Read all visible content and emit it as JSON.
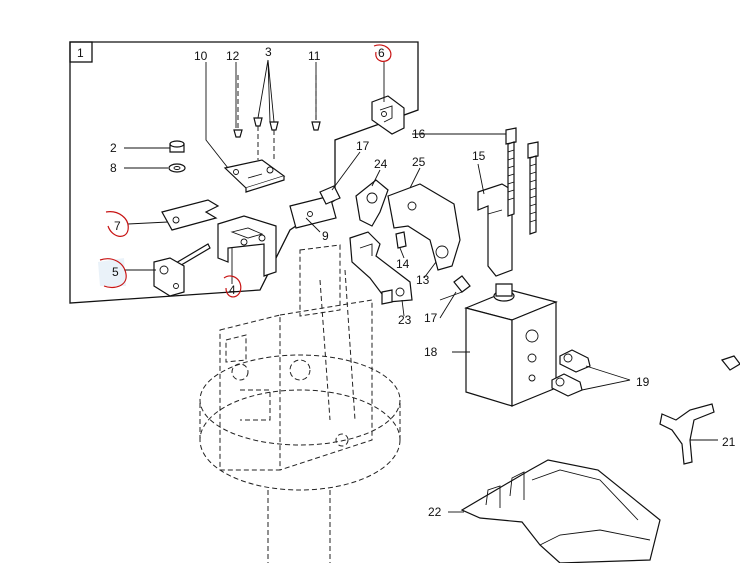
{
  "diagram": {
    "box_label": "1",
    "callouts": [
      {
        "id": "c10",
        "text": "10"
      },
      {
        "id": "c12",
        "text": "12"
      },
      {
        "id": "c3",
        "text": "3"
      },
      {
        "id": "c11",
        "text": "11"
      },
      {
        "id": "c6",
        "text": "6"
      },
      {
        "id": "c2",
        "text": "2"
      },
      {
        "id": "c8",
        "text": "8"
      },
      {
        "id": "c7",
        "text": "7"
      },
      {
        "id": "c5",
        "text": "5"
      },
      {
        "id": "c4",
        "text": "4"
      },
      {
        "id": "c9",
        "text": "9"
      },
      {
        "id": "c17a",
        "text": "17"
      },
      {
        "id": "c24",
        "text": "24"
      },
      {
        "id": "c25",
        "text": "25"
      },
      {
        "id": "c16",
        "text": "16"
      },
      {
        "id": "c15",
        "text": "15"
      },
      {
        "id": "c14",
        "text": "14"
      },
      {
        "id": "c13",
        "text": "13"
      },
      {
        "id": "c17b",
        "text": "17"
      },
      {
        "id": "c23",
        "text": "23"
      },
      {
        "id": "c18",
        "text": "18"
      },
      {
        "id": "c19",
        "text": "19"
      },
      {
        "id": "c21",
        "text": "21"
      },
      {
        "id": "c22",
        "text": "22"
      }
    ],
    "colors": {
      "ink": "#111111",
      "marker": "#c81414",
      "highlight": "#d8e8f4",
      "paper": "#ffffff"
    }
  }
}
